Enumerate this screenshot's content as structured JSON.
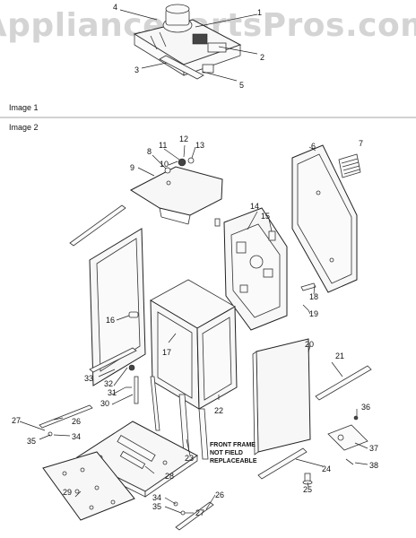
{
  "watermark": "AppliancePartsPros.com",
  "captions": {
    "image1": "Image 1",
    "image2": "Image 2"
  },
  "note": [
    "FRONT FRAME",
    "NOT FIELD",
    "REPLACEABLE"
  ],
  "labels": {
    "c1": "1",
    "c2": "2",
    "c3": "3",
    "c4": "4",
    "c5": "5",
    "p6": "6",
    "p7": "7",
    "p8": "8",
    "p9": "9",
    "p10": "10",
    "p11": "11",
    "p12": "12",
    "p13": "13",
    "p14": "14",
    "p15": "15",
    "p16": "16",
    "p17": "17",
    "p18": "18",
    "p19": "19",
    "p20": "20",
    "p21": "21",
    "p22": "22",
    "p23": "23",
    "p24": "24",
    "p25": "25",
    "p26a": "26",
    "p26b": "26",
    "p27a": "27",
    "p27b": "27",
    "p28": "28",
    "p29": "29",
    "p30": "30",
    "p31": "31",
    "p32": "32",
    "p33": "33",
    "p34a": "34",
    "p34b": "34",
    "p35a": "35",
    "p35b": "35",
    "p36": "36",
    "p37": "37",
    "p38": "38"
  }
}
